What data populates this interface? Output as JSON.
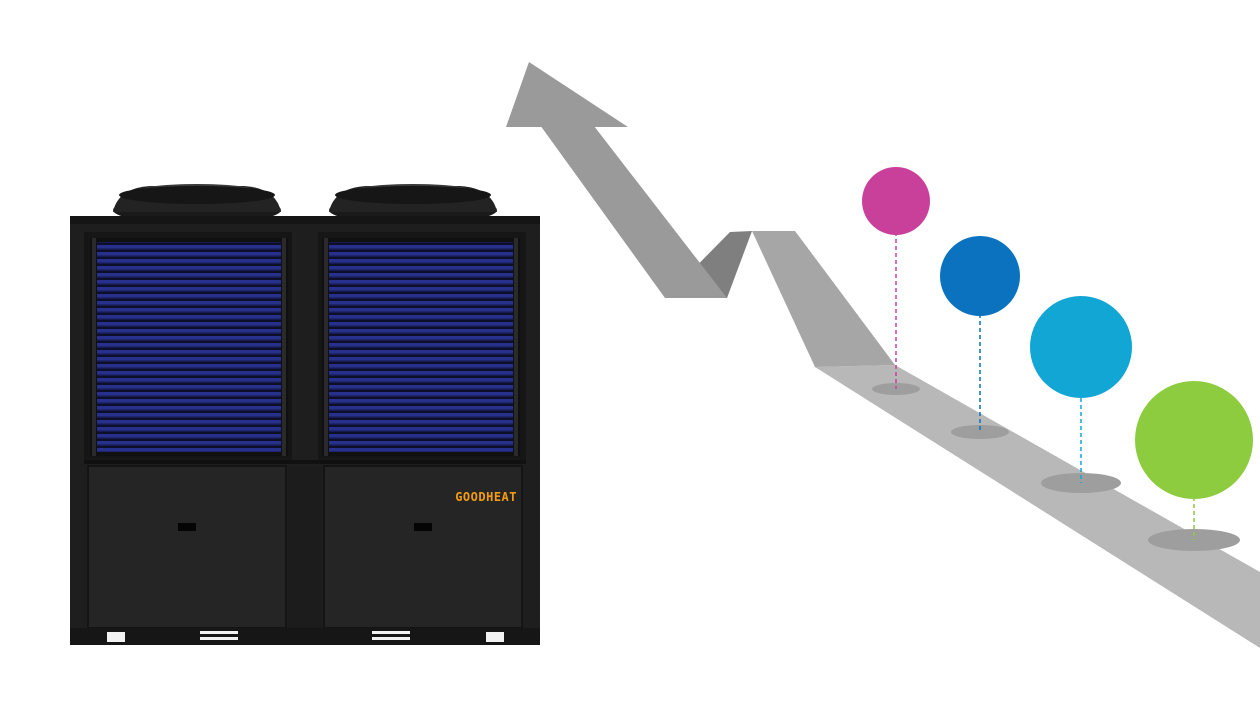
{
  "product": {
    "brand_label": "GOODHEAT",
    "brand_color": "#f39c12",
    "cabinet_color": "#1e1e1e",
    "grille_color": "#1a1f6e"
  },
  "infographic": {
    "arrow_color": "#9a9a9a",
    "ground_color": "#b8b8b8",
    "markers": [
      {
        "name": "magenta-marker",
        "color": "#c8409a"
      },
      {
        "name": "blue-marker",
        "color": "#0a72bf"
      },
      {
        "name": "cyan-marker",
        "color": "#12a6d4"
      },
      {
        "name": "green-marker",
        "color": "#8ecc3f"
      }
    ]
  }
}
